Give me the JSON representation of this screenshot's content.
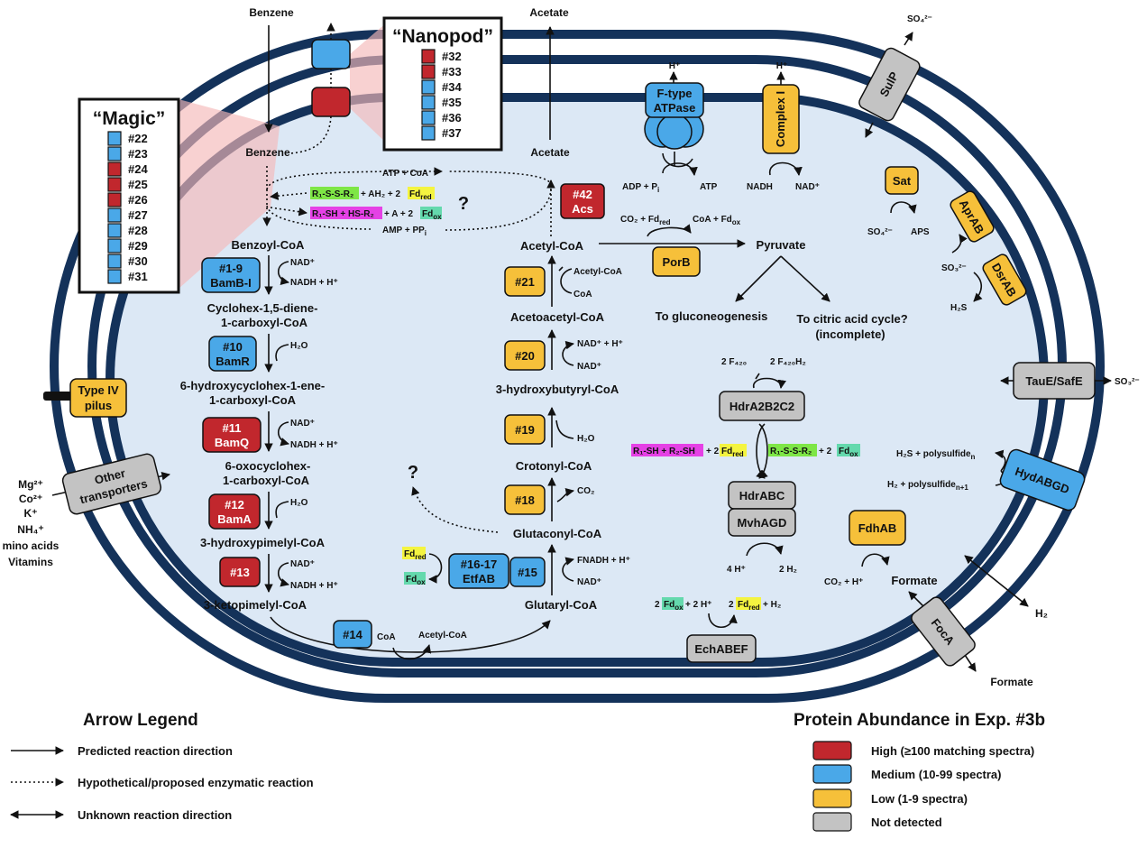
{
  "colors": {
    "high": "#c1272d",
    "medium": "#4aa8e8",
    "low": "#f6c03a",
    "none": "#c3c3c3",
    "cell": "#dce8f5",
    "green": "#7ee646",
    "magenta": "#e541e5",
    "yellow": "#f4f440",
    "teal": "#64d9ad"
  },
  "outside": {
    "benzene_top": "Benzene",
    "acetate_top": "Acetate",
    "so4_top": "SO₄²⁻",
    "so3_right": "SO₃²⁻",
    "h2_right": "H₂",
    "formate_bottom": "Formate",
    "mg": "Mg²⁺",
    "co": "Co²⁺",
    "k": "K⁺",
    "nh4": "NH₄⁺",
    "amino": "mino acids",
    "vitamins": "Vitamins"
  },
  "magic": {
    "title": "“Magic”",
    "items": [
      "#22",
      "#23",
      "#24",
      "#25",
      "#26",
      "#27",
      "#28",
      "#29",
      "#30",
      "#31"
    ]
  },
  "nanopod": {
    "title": "“Nanopod”",
    "items": [
      "#32",
      "#33",
      "#34",
      "#35",
      "#36",
      "#37"
    ]
  },
  "membrane": {
    "type4": [
      "Type IV",
      "pilus"
    ],
    "transporters": [
      "Other",
      "transporters"
    ],
    "atpase": [
      "F-type",
      "ATPase"
    ],
    "complex1": "Complex I",
    "sulp": "SulP",
    "tauE": "TauE/SafE",
    "hyd": "HydABGD",
    "focA": "FocA",
    "ech": "EchABEF"
  },
  "pathway": {
    "benzene_in": "Benzene",
    "benzoyl_coa": "Benzoyl-CoA",
    "cyclohex_diene": [
      "Cyclohex-1,5-diene-",
      "1-carboxyl-CoA"
    ],
    "hydroxycyclohex": [
      "6-hydroxycyclohex-1-ene-",
      "1-carboxyl-CoA"
    ],
    "oxocyclohex": [
      "6-oxocyclohex-",
      "1-carboxyl-CoA"
    ],
    "hydroxypimelyl": "3-hydroxypimelyl-CoA",
    "ketopimelyl": "3-ketopimelyl-CoA",
    "glutaryl": "Glutaryl-CoA",
    "glutaconyl": "Glutaconyl-CoA",
    "crotonyl": "Crotonyl-CoA",
    "hydroxybutyryl": "3-hydroxybutyryl-CoA",
    "acetoacetyl": "Acetoacetyl-CoA",
    "acetyl_coa": "Acetyl-CoA",
    "acetate_in": "Acetate",
    "pyruvate": "Pyruvate",
    "gluconeo": "To gluconeogenesis",
    "citric": [
      "To citric acid cycle?",
      "(incomplete)"
    ],
    "question": "?"
  },
  "enzymes": {
    "e1_9": [
      "#1-9",
      "BamB-I"
    ],
    "e10": [
      "#10",
      "BamR"
    ],
    "e11": [
      "#11",
      "BamQ"
    ],
    "e12": [
      "#12",
      "BamA"
    ],
    "e13": "#13",
    "e14": "#14",
    "e15": "#15",
    "e16": [
      "#16-17",
      "EtfAB"
    ],
    "e18": "#18",
    "e19": "#19",
    "e20": "#20",
    "e21": "#21",
    "e42": [
      "#42",
      "Acs"
    ],
    "porB": "PorB",
    "sat": "Sat",
    "aprAB": "AprAB",
    "dsrAB": "DsrAB",
    "hdrA2": "HdrA2B2C2",
    "hdrABC": "HdrABC",
    "mvh": "MvhAGD",
    "fdh": "FdhAB"
  },
  "cofactors": {
    "nad": "NAD⁺",
    "nadh_h": "NADH + H⁺",
    "nad_h": "NAD⁺ + H⁺",
    "h2o": "H₂O",
    "co2": "CO₂",
    "coa": "CoA",
    "acetyl_coa_small": "Acetyl-CoA",
    "fnadh": "FNADH + H⁺",
    "fd_red": "Fd",
    "fd_red_sub": "red",
    "fd_ox": "Fd",
    "fd_ox_sub": "ox",
    "atp_coa": "ATP + CoA",
    "amp_ppi": "AMP + PP",
    "ppi_sub": "i",
    "r1ssr2": "R₁-S-S-R₂",
    "plus_ah2": "+ AH₂ + 2",
    "r1sh": "R₁-SH + HS-R₂",
    "plus_a": "+ A + 2",
    "h_plus": "H⁺",
    "adp_pi": "ADP + P",
    "atp": "ATP",
    "nadh": "NADH",
    "nad_plus": "NAD⁺",
    "co2_fd": "CO₂ + Fd",
    "coa_fd": "CoA + Fd",
    "so4": "SO₄²⁻",
    "aps": "APS",
    "so3": "SO₃²⁻",
    "h2s": "H₂S",
    "f420": "2 F₄₂₀",
    "f420h2": "2 F₄₂₀H₂",
    "r1sh_r2sh": "R₁-SH + R₂-SH",
    "plus2": "+ 2",
    "r1ssr2_b": "R₁-S-S-R₂",
    "h4": "4 H⁺",
    "h2_two": "2 H₂",
    "fdox2": "2",
    "plus_2h": "+ 2 H⁺",
    "fdred2": "2",
    "plus_h2": "+ H₂",
    "h2s_poly": "H₂S + polysulfide",
    "poly_n": "n",
    "h2_poly": "H₂ + polysulfide",
    "poly_n1": "n+1",
    "co2_h": "CO₂ + H⁺",
    "formate": "Formate"
  },
  "legend": {
    "arrow_title": "Arrow Legend",
    "arrow_items": [
      "Predicted reaction direction",
      "Hypothetical/proposed enzymatic reaction",
      "Unknown reaction direction"
    ],
    "abundance_title": "Protein Abundance in Exp. #3b",
    "abundance_items": [
      "High (≥100 matching spectra)",
      "Medium (10-99 spectra)",
      "Low (1-9 spectra)",
      "Not detected"
    ]
  }
}
